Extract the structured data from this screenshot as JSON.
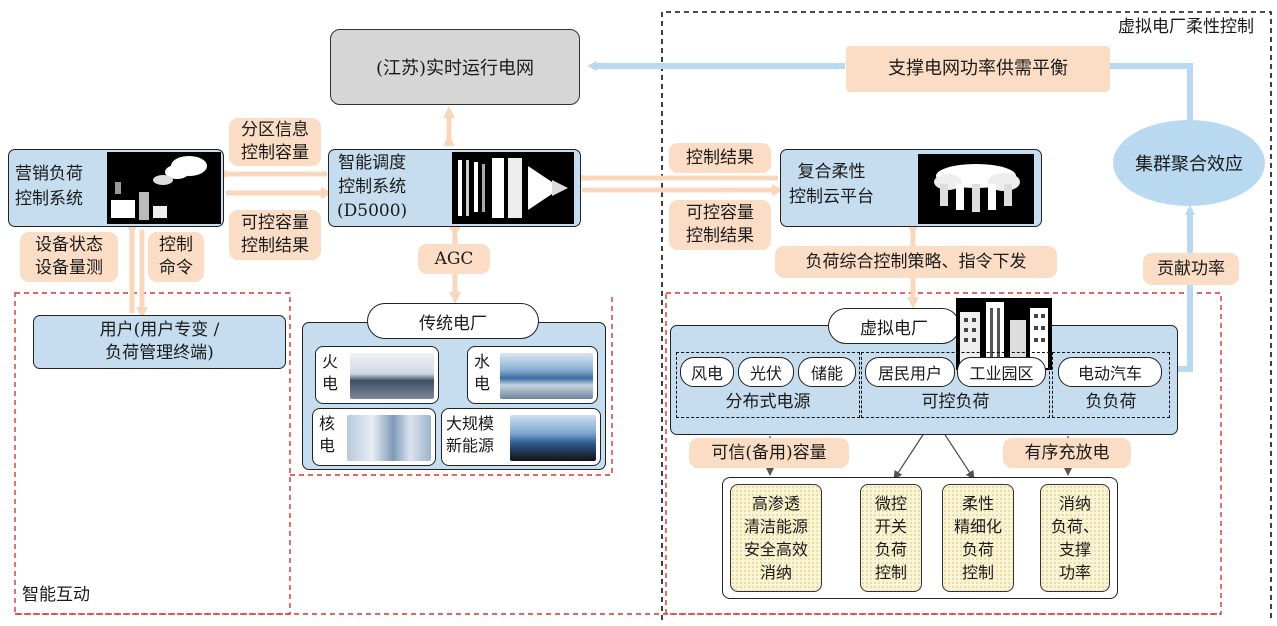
{
  "frames": {
    "virtual_plant_title": "虚拟电厂柔性控制",
    "interaction_title": "智能互动"
  },
  "grid": {
    "label": "(江苏)实时运行电网"
  },
  "balance": {
    "label": "支撑电网功率供需平衡"
  },
  "cluster": {
    "label": "集群聚合效应"
  },
  "contribute": {
    "label": "贡献功率"
  },
  "marketing": {
    "line1": "营销负荷",
    "line2": "控制系统"
  },
  "dispatch": {
    "line1": "智能调度",
    "line2": "控制系统",
    "line3": "(D5000)"
  },
  "cloud": {
    "line1": "复合柔性",
    "line2": "控制云平台"
  },
  "flows": {
    "zone_info": {
      "line1": "分区信息",
      "line2": "控制容量"
    },
    "ctrl_cap_left": {
      "line1": "可控容量",
      "line2": "控制结果"
    },
    "ctrl_result": "控制结果",
    "ctrl_cap_right": {
      "line1": "可控容量",
      "line2": "控制结果"
    },
    "device_status": {
      "line1": "设备状态",
      "line2": "设备量测"
    },
    "ctrl_cmd": {
      "line1": "控制",
      "line2": "命令"
    },
    "agc": "AGC",
    "strategy": "负荷综合控制策略、指令下发",
    "reliable": "可信(备用)容量",
    "orderly": "有序充放电"
  },
  "user": {
    "line1": "用户(用户专变 /",
    "line2": "负荷管理终端)"
  },
  "traditional": {
    "title": "传统电厂",
    "plants": [
      {
        "line1": "火",
        "line2": "电"
      },
      {
        "line1": "水",
        "line2": "电"
      },
      {
        "line1": "核",
        "line2": "电"
      },
      {
        "line1": "大规模",
        "line2": "新能源"
      }
    ]
  },
  "virtual": {
    "title": "虚拟电厂",
    "distributed": {
      "items": [
        "风电",
        "光伏",
        "储能"
      ],
      "label": "分布式电源"
    },
    "controllable": {
      "items": [
        "居民用户",
        "工业园区"
      ],
      "label": "可控负荷"
    },
    "ev": {
      "item": "电动汽车",
      "label": "负负荷"
    }
  },
  "outcomes": [
    {
      "lines": [
        "高渗透",
        "清洁能源",
        "安全高效",
        "消纳"
      ]
    },
    {
      "lines": [
        "微控",
        "开关",
        "负荷",
        "控制"
      ]
    },
    {
      "lines": [
        "柔性",
        "精细化",
        "负荷",
        "控制"
      ]
    },
    {
      "lines": [
        "消纳",
        "负荷、",
        "支撑",
        "功率"
      ]
    }
  ],
  "colors": {
    "blue_box": "#c6dcef",
    "peach": "#fbdcc4",
    "arrow_blue": "#b9d9f1",
    "arrow_peach": "#f9d7bd",
    "frame_red": "#e0312a",
    "grid_gray": "#d6d6d6",
    "outcome_fill": "#fbf5d6"
  }
}
